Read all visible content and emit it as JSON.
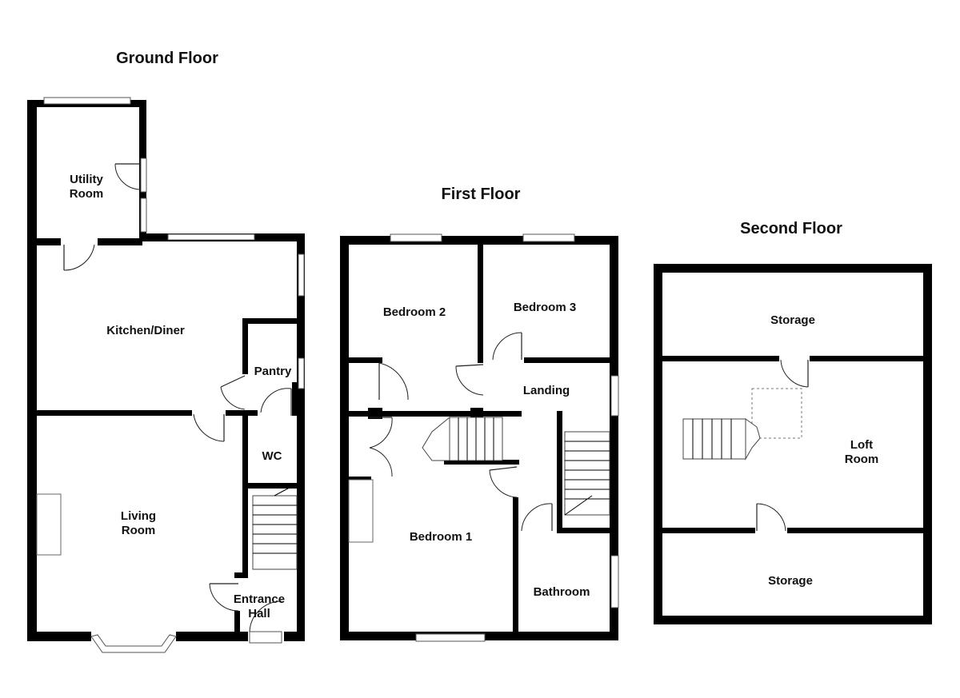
{
  "floors": {
    "ground": {
      "title": "Ground Floor",
      "rooms": {
        "utility": "Utility\nRoom",
        "kitchen": "Kitchen/Diner",
        "pantry": "Pantry",
        "wc": "WC",
        "living": "Living\nRoom",
        "hall": "Entrance\nHall"
      }
    },
    "first": {
      "title": "First Floor",
      "rooms": {
        "bed2": "Bedroom 2",
        "bed3": "Bedroom 3",
        "landing": "Landing",
        "bed1": "Bedroom 1",
        "bathroom": "Bathroom"
      }
    },
    "second": {
      "title": "Second Floor",
      "rooms": {
        "storage_top": "Storage",
        "loft": "Loft\nRoom",
        "storage_bottom": "Storage"
      }
    }
  }
}
